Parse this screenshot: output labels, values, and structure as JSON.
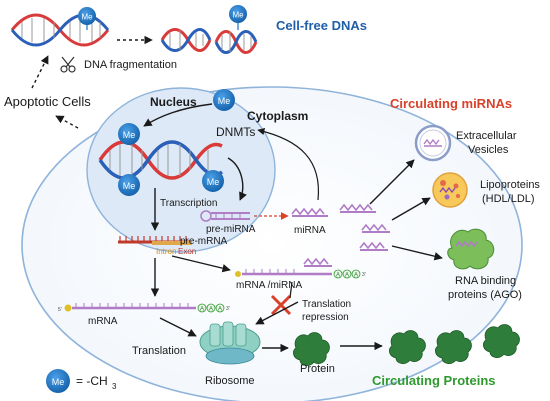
{
  "titles": {
    "cell_free_dnas": "Cell-free DNAs",
    "circulating_mirnas": "Circulating miRNAs",
    "circulating_proteins": "Circulating Proteins"
  },
  "labels": {
    "dna_fragmentation": "DNA fragmentation",
    "apoptotic_cells": "Apoptotic Cells",
    "nucleus": "Nucleus",
    "cytoplasm": "Cytoplasm",
    "dnmts": "DNMTs",
    "transcription": "Transcription",
    "pre_mirna_nuc": "pre-miRNA",
    "pre_mrna": "pre-mRNA",
    "intron": "Intron",
    "exon": "Exon",
    "mirna": "miRNA",
    "mrna_mirna": "mRNA /miRNA",
    "mrna": "mRNA",
    "translation": "Translation",
    "translation_repression_1": "Translation",
    "translation_repression_2": "repression",
    "ribosome": "Ribosome",
    "protein": "Protein",
    "extracellular_vesicles_1": "Extracellular",
    "extracellular_vesicles_2": "Vesicles",
    "lipoproteins_1": "Lipoproteins",
    "lipoproteins_2": "(HDL/LDL)",
    "rna_binding_1": "RNA binding",
    "rna_binding_2": "proteins (AGO)",
    "me": "Me",
    "legend_eq": "= -CH",
    "legend_sub": "3",
    "poly_a": "A",
    "five_prime": "5'",
    "three_prime": "3'"
  },
  "colors": {
    "title_blue": "#1f5fa8",
    "title_red": "#d9412b",
    "title_green": "#2e9a2e",
    "me_blue": "#1b72c0",
    "dna_red": "#d93a3a",
    "dna_blue": "#2b5fb8",
    "rna_purple": "#b07cc6",
    "protein_green": "#2f7d3a"
  },
  "icons": {
    "scissors": "scissors-icon",
    "cross": "x-mark-icon"
  }
}
